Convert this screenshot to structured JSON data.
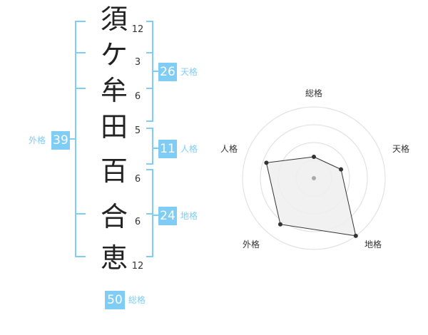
{
  "name_chars": [
    "須",
    "ケ",
    "牟",
    "田",
    "百",
    "合",
    "恵"
  ],
  "strokes": [
    "12",
    "3",
    "6",
    "5",
    "6",
    "6",
    "12"
  ],
  "kaku": {
    "tenkaku": {
      "value": "26",
      "label": "天格"
    },
    "jinkaku": {
      "value": "11",
      "label": "人格"
    },
    "chikaku": {
      "value": "24",
      "label": "地格"
    },
    "gaikaku": {
      "value": "39",
      "label": "外格"
    },
    "soukaku": {
      "value": "50",
      "label": "総格"
    }
  },
  "radar": {
    "labels": {
      "soukaku": "総格",
      "tenkaku": "天格",
      "chikaku": "地格",
      "gaikaku": "外格",
      "jinkaku": "人格"
    },
    "scale_max": 5,
    "levels": 4,
    "values": {
      "soukaku": 1.5,
      "tenkaku": 2,
      "chikaku": 5,
      "gaikaku": 4,
      "jinkaku": 3.5
    },
    "colors": {
      "grid": "#dddddd",
      "fill": "#eeeeee",
      "line": "#333333",
      "point": "#333333",
      "center": "#aaaaaa"
    }
  },
  "colors": {
    "accent": "#7fcdf4",
    "bracket": "#7fcdf4"
  }
}
